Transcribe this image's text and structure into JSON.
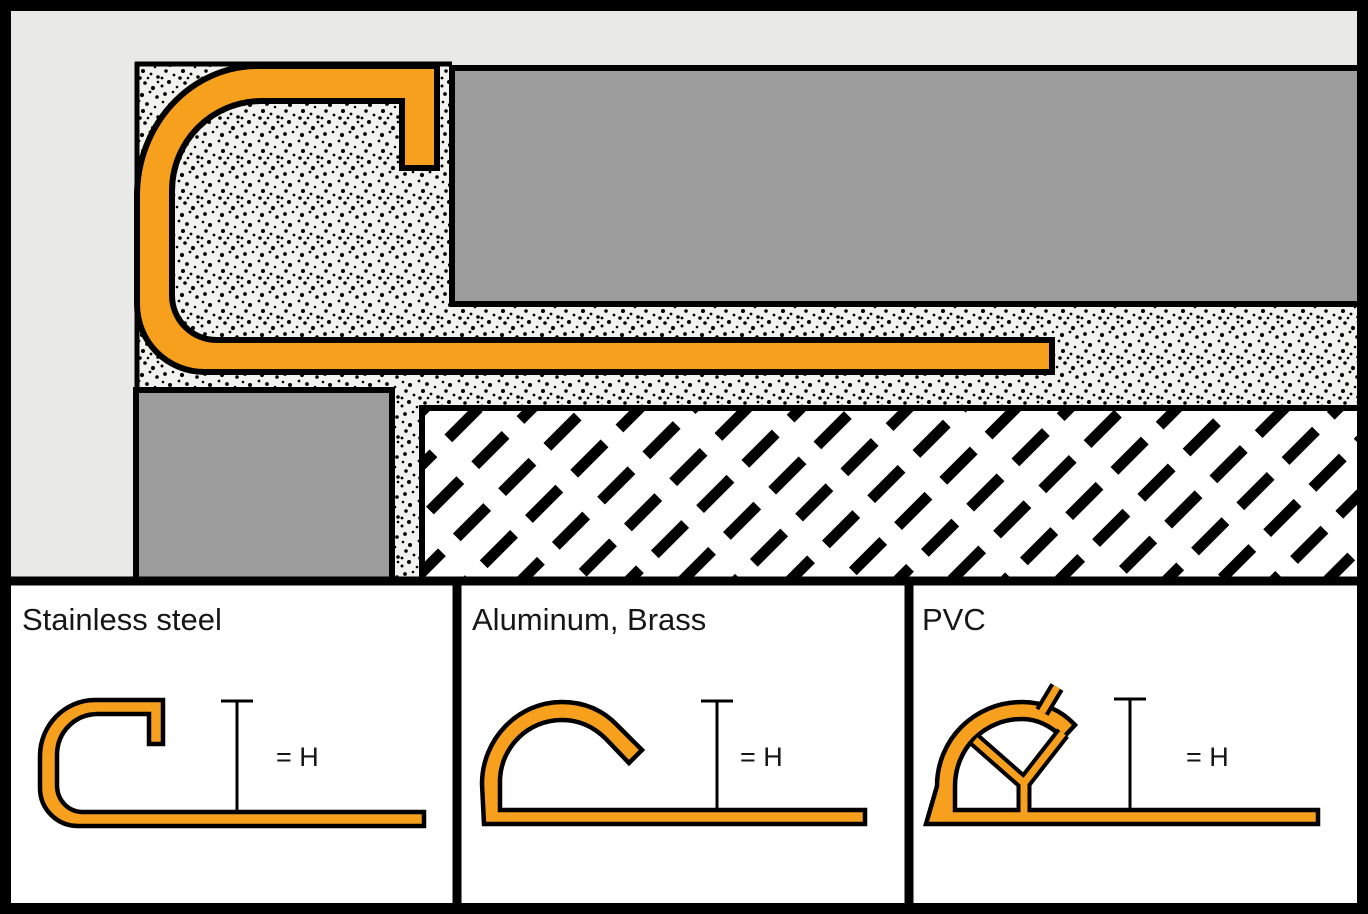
{
  "panels": [
    {
      "label": "Stainless steel",
      "dimension_label": "= H"
    },
    {
      "label": "Aluminum, Brass",
      "dimension_label": "= H"
    },
    {
      "label": "PVC",
      "dimension_label": "= H"
    }
  ],
  "colors": {
    "accent": "#F6A01E",
    "tile_gray": "#9D9D9D",
    "background": "#E9E9E7",
    "speckle_bg": "#F2F2EF",
    "substrate_bg": "#FFFFFF",
    "panel_bg": "#FFFFFF"
  }
}
